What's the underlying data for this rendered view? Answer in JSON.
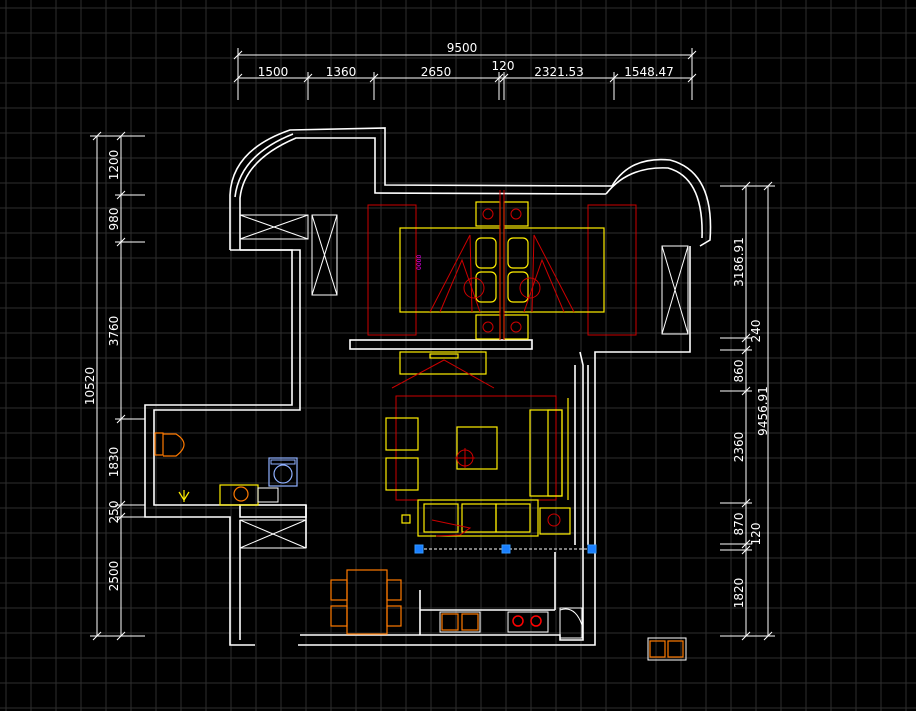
{
  "drawing": {
    "background_color": "#000000",
    "line_color": "#ffffff",
    "furniture_colors": {
      "yellow": "#ffee00",
      "red": "#cc0000",
      "orange": "#ff7a00",
      "magenta": "#ff00ff",
      "grip": "#1a7fff"
    },
    "top_dimensions": {
      "overall": "9500",
      "segments": [
        "1500",
        "1360",
        "2650",
        "120",
        "2321.53",
        "1548.47"
      ]
    },
    "left_dimensions": {
      "overall": "10520",
      "segments": [
        "1200",
        "980",
        "3760",
        "1830",
        "250",
        "2500"
      ]
    },
    "right_dimensions": {
      "overall": "9456.91",
      "segments": [
        "3186.91",
        "240",
        "860",
        "2360",
        "870",
        "120",
        "1820"
      ]
    },
    "tiny_label": "0000"
  }
}
